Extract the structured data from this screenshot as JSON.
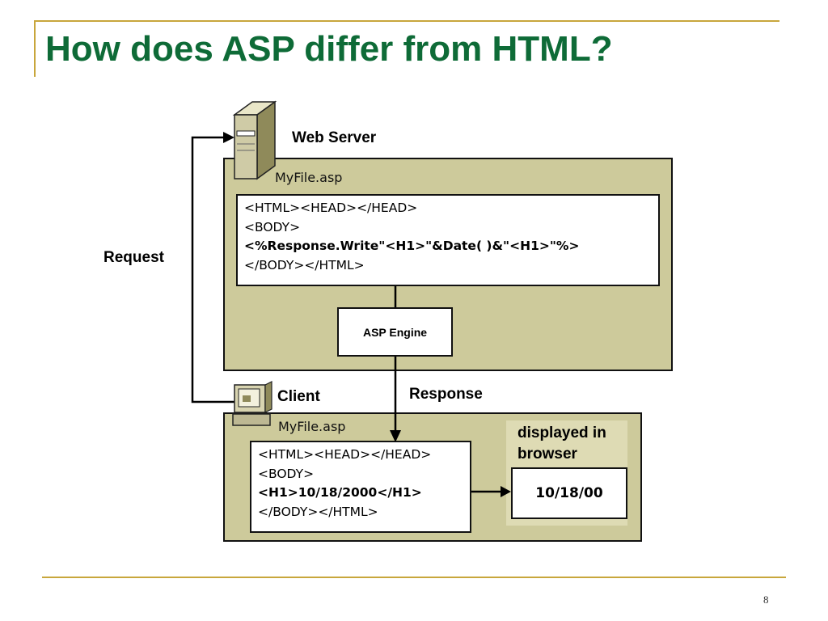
{
  "slide": {
    "title": "How does ASP differ from HTML?",
    "page_number": "8"
  },
  "diagram": {
    "server_label": "Web Server",
    "client_label": "Client",
    "request_label": "Request",
    "response_label": "Response",
    "displayed_label": "displayed in browser",
    "engine_label": "ASP Engine",
    "server_panel": {
      "file_name": "MyFile.asp",
      "code_lines": [
        "<HTML><HEAD></HEAD>",
        "<BODY>",
        "<%Response.Write\"<H1>\"&Date( )&\"<H1>\"%>",
        "</BODY></HTML>"
      ]
    },
    "client_panel": {
      "file_name": "MyFile.asp",
      "code_lines": [
        "<HTML><HEAD></HEAD>",
        "<BODY>",
        "<H1>10/18/2000</H1>",
        "</BODY></HTML>"
      ],
      "result_text": "10/18/00"
    },
    "colors": {
      "panel_fill": "#CDCA9B",
      "title_green": "#0E6B37",
      "rule_gold": "#C8A63C"
    },
    "icons": [
      "server-tower-icon",
      "client-computer-icon"
    ]
  }
}
